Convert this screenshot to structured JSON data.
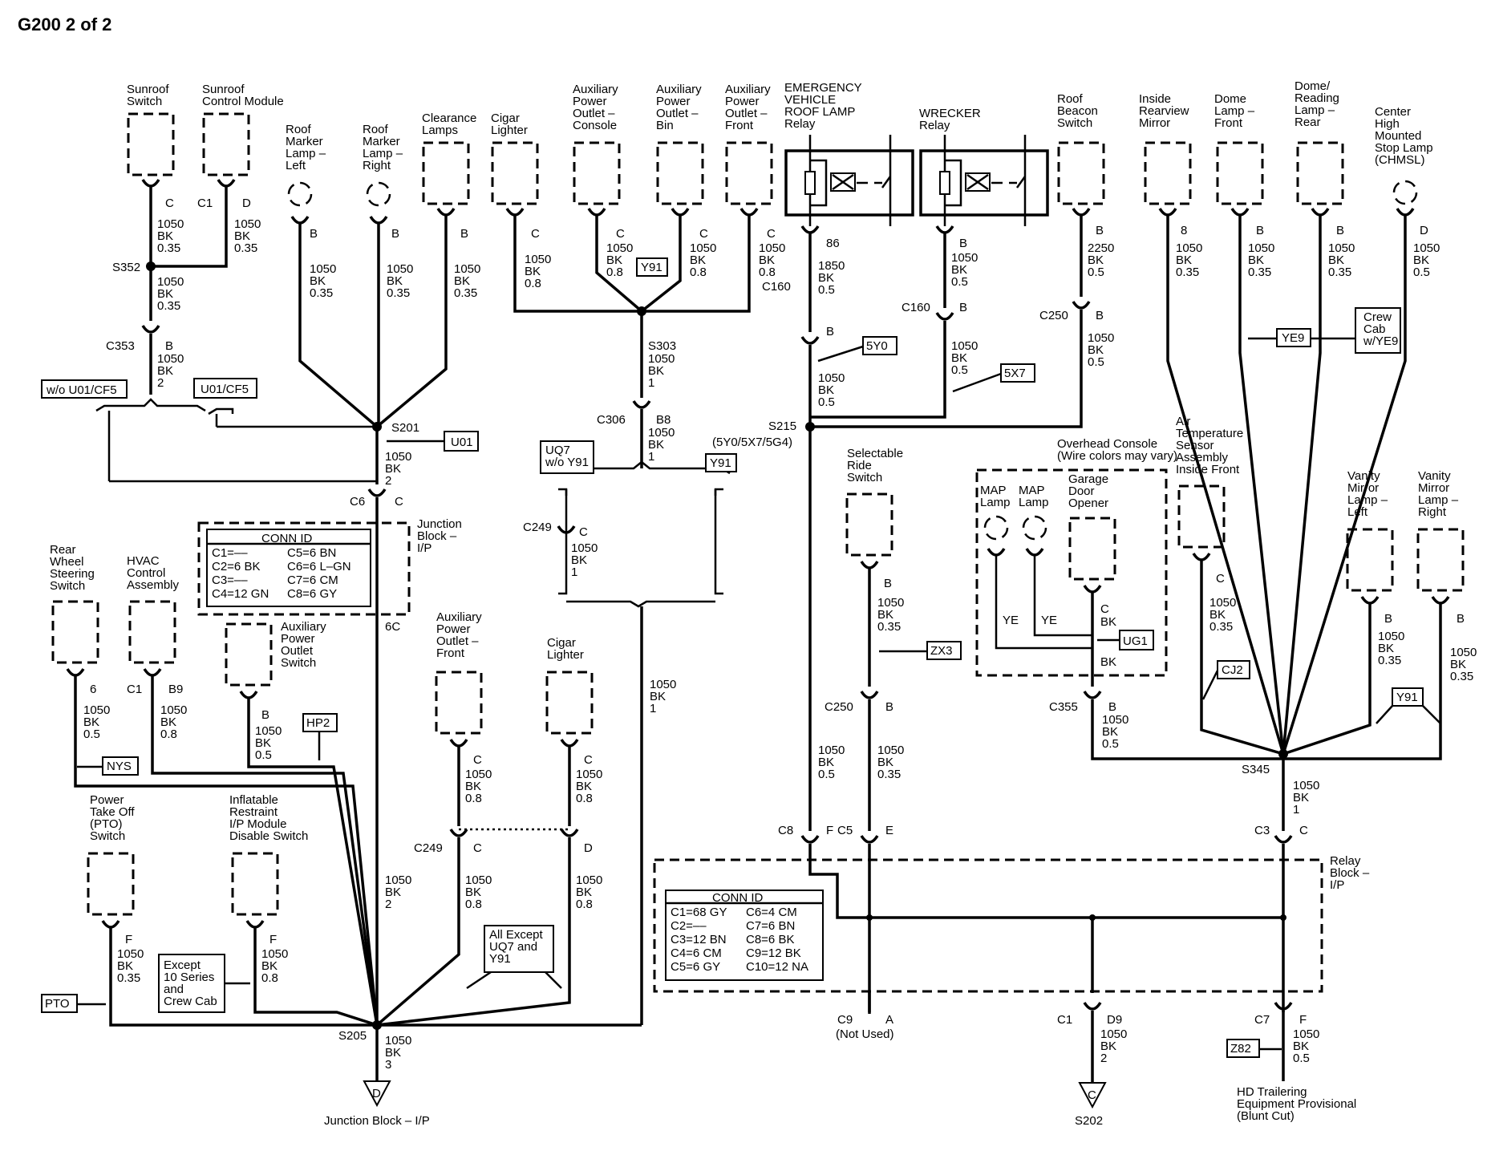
{
  "title": "G200 2 of 2",
  "components": {
    "sunroof_switch": "Sunroof|Switch",
    "sunroof_module": "Sunroof|Control Module",
    "roof_marker_left": "Roof|Marker|Lamp –|Left",
    "roof_marker_right": "Roof|Marker|Lamp –|Right",
    "clearance_lamps": "Clearance|Lamps",
    "cigar_lighter_top": "Cigar|Lighter",
    "apo_console": "Auxiliary|Power|Outlet –|Console",
    "apo_bin": "Auxiliary|Power|Outlet –|Bin",
    "apo_front_top": "Auxiliary|Power|Outlet –|Front",
    "emergency_relay": "EMERGENCY|VEHICLE|ROOF LAMP|Relay",
    "wrecker_relay": "WRECKER|Relay",
    "roof_beacon": "Roof|Beacon|Switch",
    "inside_mirror": "Inside|Rearview|Mirror",
    "dome_front": "Dome|Lamp –|Front",
    "dome_rear": "Dome/|Reading|Lamp –|Rear",
    "chmsl": "Center|High|Mounted|Stop Lamp|(CHMSL)",
    "rear_wheel": "Rear|Wheel|Steering|Switch",
    "hvac": "HVAC|Control|Assembly",
    "apo_switch": "Auxiliary|Power|Outlet|Switch",
    "apo_front_mid": "Auxiliary|Power|Outlet –|Front",
    "cigar_lighter_mid": "Cigar|Lighter",
    "pto_switch": "Power|Take Off|(PTO)|Switch",
    "inflatable": "Inflatable|Restraint|I/P Module|Disable Switch",
    "selectable_ride": "Selectable|Ride|Switch",
    "overhead_console": "Overhead Console|(Wire colors may vary)",
    "map_lamp": "MAP|Lamp",
    "garage_door": "Garage|Door|Opener",
    "air_temp": "Air|Temperature|Sensor|Assembly|Inside Front",
    "vanity_left": "Vanity|Mirror|Lamp –|Left",
    "vanity_right": "Vanity|Mirror|Lamp –|Right",
    "junction_block": "Junction|Block –|I/P",
    "relay_block": "Relay|Block –|I/P",
    "jb_ground": "Junction Block – I/P",
    "not_used": "(Not Used)",
    "hd_trailer": "HD Trailering|Equipment Provisional|(Blunt Cut)"
  },
  "conn_id_junction": {
    "title": "CONN ID",
    "rows": [
      [
        "C1=––",
        "C5=6 BN"
      ],
      [
        "C2=6 BK",
        "C6=6 L–GN"
      ],
      [
        "C3=––",
        "C7=6 CM"
      ],
      [
        "C4=12 GN",
        "C8=6 GY"
      ]
    ]
  },
  "conn_id_relay": {
    "title": "CONN ID",
    "rows": [
      [
        "C1=68 GY",
        "C6=4 CM"
      ],
      [
        "C2=––",
        "C7=6 BN"
      ],
      [
        "C3=12 BN",
        "C8=6 BK"
      ],
      [
        "C4=6 CM",
        "C9=12 BK"
      ],
      [
        "C5=6 GY",
        "C10=12 NA"
      ]
    ]
  },
  "options": {
    "wo_u01_cf5": "w/o U01/CF5",
    "u01_cf5": "U01/CF5",
    "u01": "U01",
    "y91": "Y91",
    "uq7_wo_y91": "UQ7|w/o Y91",
    "five_y0": "5Y0",
    "five_x7": "5X7",
    "ye9": "YE9",
    "crew_cab": "Crew|Cab|w/YE9",
    "ug1": "UG1",
    "zx3": "ZX3",
    "cj2": "CJ2",
    "nys": "NYS",
    "hp2": "HP2",
    "pto": "PTO",
    "except_10": "Except|10 Series|and|Crew Cab",
    "all_except": "All Except|UQ7 and|Y91",
    "z82": "Z82"
  },
  "splices": {
    "s352": "S352",
    "s201": "S201",
    "s303": "S303",
    "s215": "S215",
    "s215_note": "(5Y0/5X7/5G4)",
    "s345": "S345",
    "s205": "S205",
    "s202": "S202"
  },
  "connectors": {
    "c353": "C353",
    "c306": "C306",
    "c249": "C249",
    "c160": "C160",
    "c250": "C250",
    "c355": "C355",
    "c6": "C6",
    "c8": "C8",
    "c5": "C5",
    "c3": "C3",
    "c9": "C9",
    "c1": "C1",
    "c7": "C7"
  },
  "pins": {
    "c": "C",
    "d": "D",
    "b": "B",
    "e": "E",
    "f": "F",
    "a": "A",
    "b8": "B8",
    "b9": "B9",
    "six": "6",
    "six_c": "6C",
    "eight": "8",
    "eighty_six": "86",
    "d9": "D9"
  },
  "wires": {
    "w_1050_035": "1050|BK|0.35",
    "w_1050_05": "1050|BK|0.5",
    "w_1050_08": "1050|BK|0.8",
    "w_1050_2": "1050|BK|2",
    "w_1050_1": "1050|BK|1",
    "w_1050_3": "1050|BK|3",
    "w_1850_05": "1850|BK|0.5",
    "w_2250_05": "2250|BK|0.5",
    "ye": "YE",
    "bk": "BK"
  },
  "ground_letters": {
    "d": "D",
    "c": "C"
  }
}
